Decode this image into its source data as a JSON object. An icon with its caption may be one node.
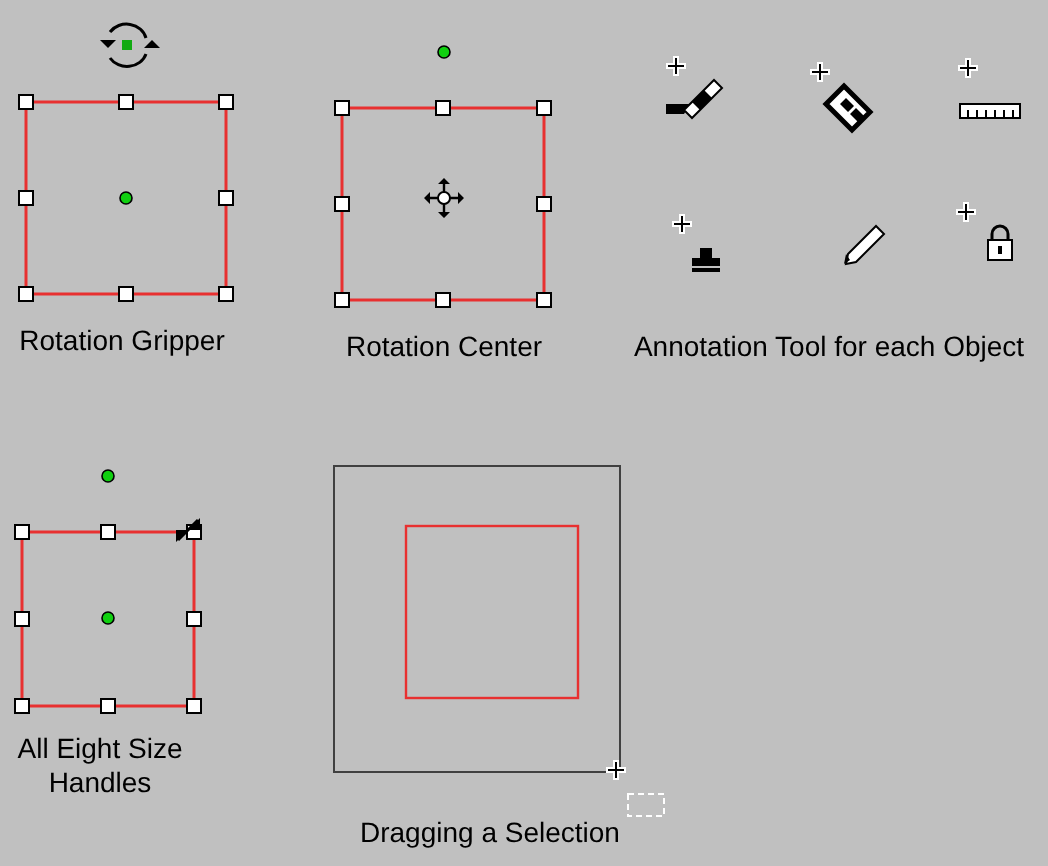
{
  "diagram": {
    "labels": [
      "Rotation Gripper",
      "Rotation Center",
      "Annotation Tool for each Object",
      "All Eight Size Handles",
      "Dragging a Selection"
    ]
  }
}
